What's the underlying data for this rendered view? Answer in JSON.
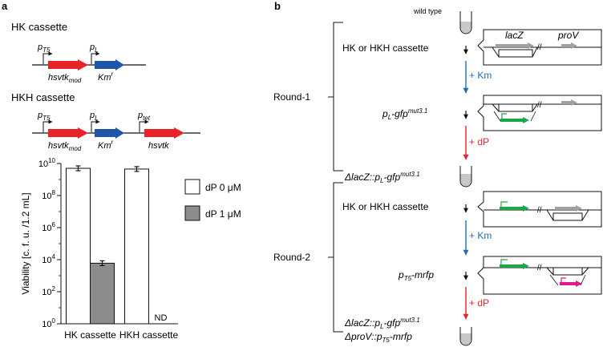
{
  "panel_a": {
    "label": "a",
    "hk_title": "HK  cassette",
    "hkh_title": "HKH cassette",
    "promoter_t5": {
      "p": "p",
      "sub": "T5"
    },
    "promoter_l": {
      "p": "p",
      "sub": "L"
    },
    "promoter_tet": {
      "p": "p",
      "sub": "tet"
    },
    "gene_hsvtk_mod": {
      "main": "hsvtk",
      "sub": "mod"
    },
    "gene_kmr": {
      "main": "Km",
      "sup": "r"
    },
    "gene_hsvtk": "hsvtk",
    "colors": {
      "red": "#e8232a",
      "blue": "#1f56a8"
    }
  },
  "chart_data": {
    "type": "bar",
    "categories": [
      "HK cassette",
      "HKH cassette"
    ],
    "series": [
      {
        "name": "dP 0 μM",
        "values": [
          5000000000,
          4500000000
        ],
        "color": "#ffffff"
      },
      {
        "name": "dP 1 μM",
        "values": [
          6000,
          null
        ],
        "color": "#8c8c8c"
      }
    ],
    "ylabel": "Viability  [c. f. u. /1.2 mL]",
    "yscale": "log",
    "ylim": [
      1,
      10000000000
    ],
    "ytick_exponents": [
      "0",
      "2",
      "4",
      "6",
      "8",
      "10"
    ],
    "ytick_base": "10",
    "annotations": [
      {
        "category": "HKH cassette",
        "series": "dP 1 μM",
        "text": "ND"
      }
    ],
    "legend_placement": "top-right"
  },
  "panel_b": {
    "label": "b",
    "wild_type": "wild type",
    "round1": "Round-1",
    "round2": "Round-2",
    "hk_or_hkh_1": "HK or HKH cassette",
    "hk_or_hkh_2": "HK or HKH cassette",
    "plus_km_1": "+ Km",
    "plus_dp_1": "+ dP",
    "plus_km_2": "+ Km",
    "plus_dp_2": "+ dP",
    "lacz": "lacZ",
    "prov": "proV",
    "pl_gfp": {
      "p": "p",
      "p_sub": "L",
      "rest": "-gfp",
      "sup": "mut3.1"
    },
    "strain1": {
      "pre": "ΔlacZ::p",
      "sub": "L",
      "mid": "-gfp",
      "sup": "mut3.1"
    },
    "pt5_mrfp": {
      "p": "p",
      "p_sub": "T5",
      "rest": "-mrfp"
    },
    "strain2_line1": {
      "pre": "ΔlacZ::p",
      "sub": "L",
      "mid": "-gfp",
      "sup": "mut3.1"
    },
    "strain2_line2": {
      "pre": "ΔproV::p",
      "sub": "T5",
      "mid": "-mrfp"
    },
    "colors": {
      "km": "#1f6fb8",
      "dp": "#e8232a",
      "gfp": "#1aa64a",
      "mrfp": "#e0198c",
      "grey_gene": "#a0a0a0"
    }
  }
}
